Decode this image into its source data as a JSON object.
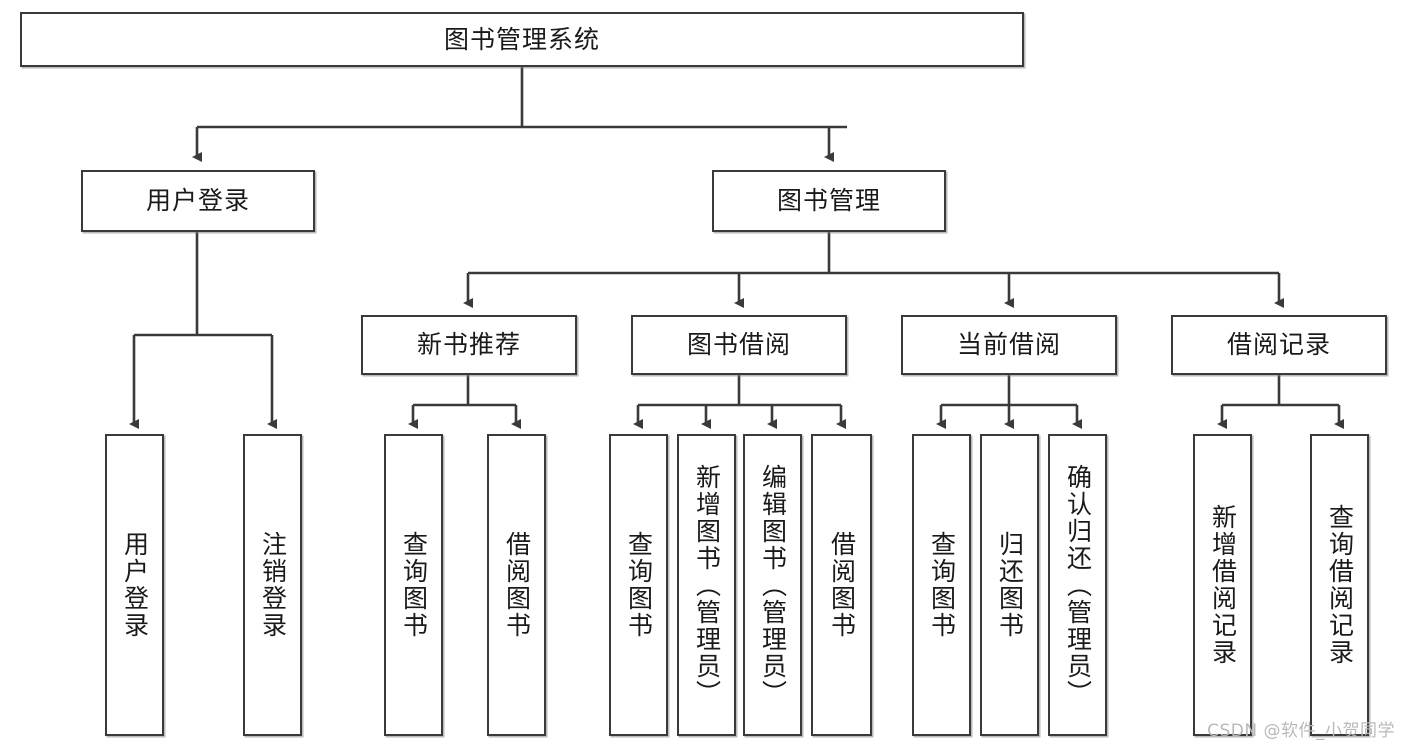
{
  "diagram": {
    "title": "图书管理系统",
    "type": "tree",
    "watermark": "CSDN @软件_小贺同学",
    "colors": {
      "box_border": "#3a3a3a",
      "box_fill": "#ffffff",
      "edge": "#3a3a3a",
      "text": "#1a1a1a",
      "watermark": "#b9b9b9"
    },
    "root": {
      "id": "root",
      "label": "图书管理系统"
    },
    "level2": [
      {
        "id": "user-login",
        "label": "用户登录"
      },
      {
        "id": "book-manage",
        "label": "图书管理"
      }
    ],
    "level3": [
      {
        "id": "new-book-rec",
        "label": "新书推荐"
      },
      {
        "id": "book-borrow",
        "label": "图书借阅"
      },
      {
        "id": "current-borrow",
        "label": "当前借阅"
      },
      {
        "id": "borrow-record",
        "label": "借阅记录"
      }
    ],
    "leaves": [
      {
        "id": "leaf-user-login",
        "label": "用户登录",
        "parent": "user-login"
      },
      {
        "id": "leaf-user-logout",
        "label": "注销登录",
        "parent": "user-login"
      },
      {
        "id": "leaf-query-book-1",
        "label": "查询图书",
        "parent": "new-book-rec"
      },
      {
        "id": "leaf-borrow-book-1",
        "label": "借阅图书",
        "parent": "new-book-rec"
      },
      {
        "id": "leaf-query-book-2",
        "label": "查询图书",
        "parent": "book-borrow"
      },
      {
        "id": "leaf-add-book",
        "label": "新增图书（管理员）",
        "parent": "book-borrow"
      },
      {
        "id": "leaf-edit-book",
        "label": "编辑图书（管理员）",
        "parent": "book-borrow"
      },
      {
        "id": "leaf-borrow-book-2",
        "label": "借阅图书",
        "parent": "book-borrow"
      },
      {
        "id": "leaf-query-book-3",
        "label": "查询图书",
        "parent": "current-borrow"
      },
      {
        "id": "leaf-return-book",
        "label": "归还图书",
        "parent": "current-borrow"
      },
      {
        "id": "leaf-confirm-return",
        "label": "确认归还（管理员）",
        "parent": "current-borrow"
      },
      {
        "id": "leaf-add-record",
        "label": "新增借阅记录",
        "parent": "borrow-record"
      },
      {
        "id": "leaf-query-record",
        "label": "查询借阅记录",
        "parent": "borrow-record"
      }
    ]
  }
}
